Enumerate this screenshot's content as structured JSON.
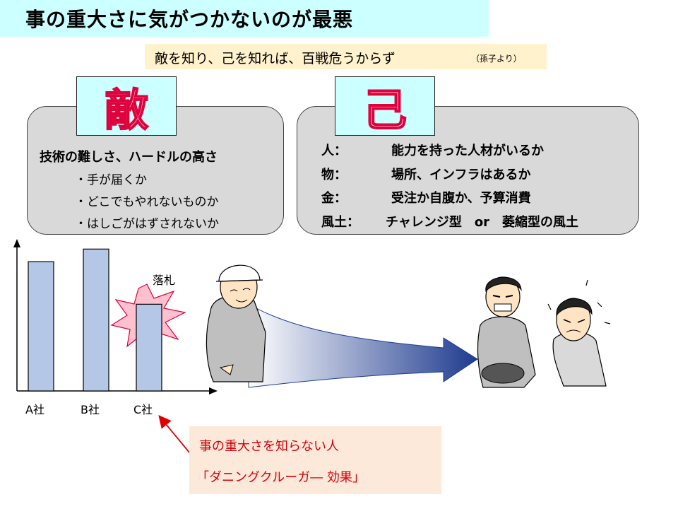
{
  "title": "事の重大さに気がつかないのが最悪",
  "quote": {
    "text": "敵を知り、己を知れば、百戦危うからず",
    "source": "（孫子より）"
  },
  "left_panel": {
    "kanji": "敵",
    "heading": "技術の難しさ、ハードルの高さ",
    "items": [
      "・手が届くか",
      "・どこでもやれないものか",
      "・はしごがはずされないか"
    ]
  },
  "right_panel": {
    "kanji": "己",
    "rows": [
      {
        "label": "人：",
        "value": "能力を持った人材がいるか"
      },
      {
        "label": "物：",
        "value": "場所、インフラはあるか"
      },
      {
        "label": "金：",
        "value": "受注か自腹か、予算消費"
      },
      {
        "label": "風土：",
        "value": "チャレンジ型　or　萎縮型の風土"
      }
    ]
  },
  "chart_data": {
    "type": "bar",
    "categories": [
      "A社",
      "B社",
      "C社"
    ],
    "values": [
      82,
      90,
      55
    ],
    "ylim": [
      0,
      100
    ],
    "annotation": "落札",
    "grid": false
  },
  "colors": {
    "bar_fill": "#b4c7e7",
    "kanji_red": "#e0003c",
    "burst_fill": "#ffc0d0",
    "note_red": "#d8000c"
  },
  "note": {
    "line1": "事の重大さを知らない人",
    "line2": "「ダニングクルーガ― 効果」"
  }
}
